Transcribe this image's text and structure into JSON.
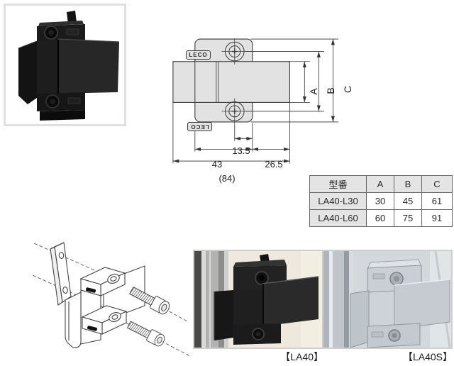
{
  "drawing": {
    "logo": "LECO",
    "dim_135": "13.5",
    "dim_43": "43",
    "dim_265": "26.5",
    "dim_84": "(84)",
    "dim_a": "A",
    "dim_b": "B",
    "dim_c": "C"
  },
  "spec_table": {
    "headers": [
      "型番",
      "A",
      "B",
      "C"
    ],
    "rows": [
      [
        "LA40-L30",
        "30",
        "45",
        "61"
      ],
      [
        "LA40-L60",
        "60",
        "75",
        "91"
      ]
    ]
  },
  "photos": {
    "caption_la40": "【LA40】",
    "caption_la40s": "【LA40S】"
  },
  "colors": {
    "drawing_fill": "#e2e2e2",
    "drawing_line": "#3a3a3a",
    "table_header_bg": "#e4e4e4",
    "photo_border": "#cfcfcf"
  }
}
